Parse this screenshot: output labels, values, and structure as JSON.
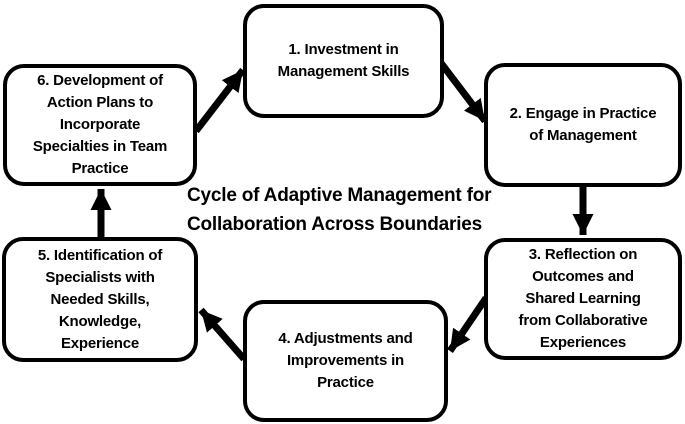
{
  "figure": {
    "title": "Cycle of Adaptive Management for\nCollaboration Across Boundaries"
  },
  "nodes": [
    {
      "step": 1,
      "label": "1. Investment in\nManagement Skills"
    },
    {
      "step": 2,
      "label": "2. Engage in Practice\nof Management"
    },
    {
      "step": 3,
      "label": "3. Reflection on\nOutcomes and\nShared Learning\nfrom Collaborative\nExperiences"
    },
    {
      "step": 4,
      "label": "4. Adjustments and\nImprovements in\nPractice"
    },
    {
      "step": 5,
      "label": "5. Identification of\nSpecialists with\nNeeded Skills,\nKnowledge,\nExperience"
    },
    {
      "step": 6,
      "label": "6. Development of\nAction Plans to\nIncorporate\nSpecialties in Team\nPractice"
    }
  ],
  "arrows": [
    {
      "from": 1,
      "to": 2
    },
    {
      "from": 2,
      "to": 3
    },
    {
      "from": 3,
      "to": 4
    },
    {
      "from": 4,
      "to": 5
    },
    {
      "from": 5,
      "to": 6
    },
    {
      "from": 6,
      "to": 1
    }
  ],
  "colors": {
    "stroke": "#000000",
    "fill": "#ffffff",
    "text": "#000000",
    "background": "#ffffff"
  }
}
